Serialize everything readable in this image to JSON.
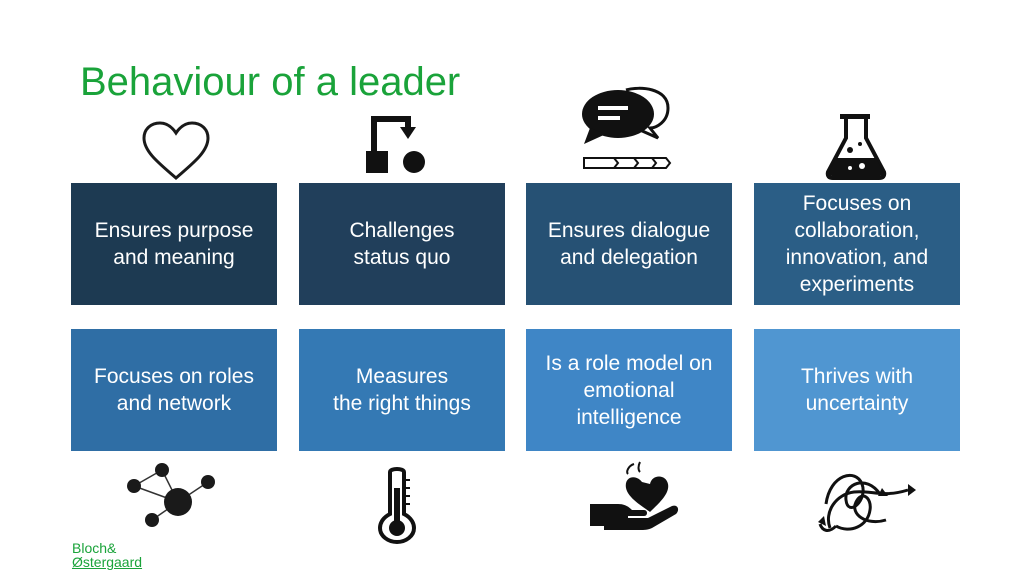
{
  "title": "Behaviour of a leader",
  "colors": {
    "title": "#1aa33a",
    "row1": [
      "#1d3a52",
      "#213f5b",
      "#265174",
      "#2b5e86"
    ],
    "row2": [
      "#2f6ea5",
      "#3479b4",
      "#3f86c6",
      "#5096d1"
    ]
  },
  "boxes": [
    "Ensures purpose\nand meaning",
    "Challenges\nstatus quo",
    "Ensures dialogue\nand delegation",
    "Focuses on\ncollaboration,\ninnovation, and\nexperiments",
    "Focuses on roles\nand network",
    "Measures\nthe right things",
    "Is a role model on\nemotional\nintelligence",
    "Thrives with\nuncertainty"
  ],
  "icons": [
    "heart-icon",
    "flowchart-icon",
    "dialogue-icon",
    "flask-icon",
    "network-icon",
    "thermometer-icon",
    "hand-heart-icon",
    "uncertainty-arrows-icon"
  ],
  "logo": {
    "line1": "Bloch&",
    "line2": "Østergaard"
  }
}
